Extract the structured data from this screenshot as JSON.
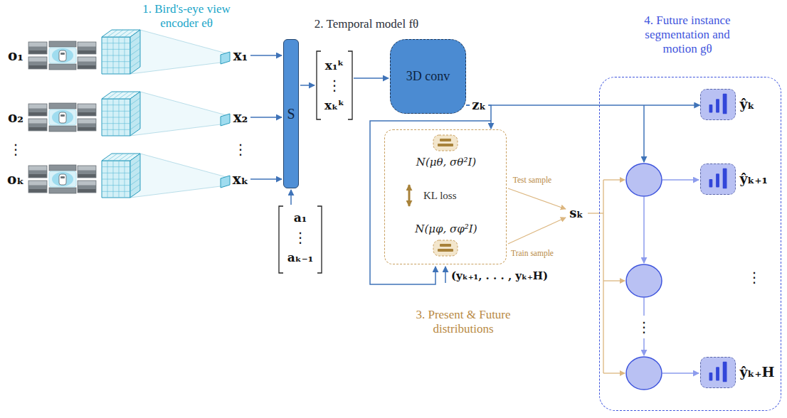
{
  "diagram": {
    "nodes": [
      {
        "text": [
          "S"
        ]
      },
      {
        "text": [
          "3D conv"
        ]
      },
      {
        "text": [
          "N(μθ, σθ²I)",
          "KL loss",
          "N(μφ, σφ²I)",
          "3. Present & Future distributions"
        ]
      },
      {
        "text": [
          "4. Future instance segmentation and motion gθ"
        ]
      },
      {
        "text": [
          "ŷₖ"
        ],
        "in": 3
      },
      {
        "text": [
          "ŷₖ₊₁"
        ],
        "in": 3
      },
      {
        "text": [
          "ŷₖ₊H"
        ],
        "in": 3
      }
    ],
    "edges": [
      {
        "from": 1,
        "to": 4,
        "arrow": "to",
        "label": "zₖ"
      },
      {
        "from": 1,
        "to": 2,
        "arrow": "to"
      }
    ],
    "labels": [
      "1. Bird's-eye view encoder eθ",
      "o₁",
      "x₁",
      "2. Temporal model fθ",
      "x₁ᵏ",
      "⋮",
      "xₖᵏ",
      "o₂",
      "x₂",
      "⋮",
      "⋮",
      "oₖ",
      "xₖ",
      "a₁",
      "⋮",
      "aₖ₋₁",
      "Test sample",
      "sₖ",
      "Train sample",
      "(yₖ₊₁, . . . , yₖ₊H)",
      "⋮",
      "⋮"
    ]
  }
}
